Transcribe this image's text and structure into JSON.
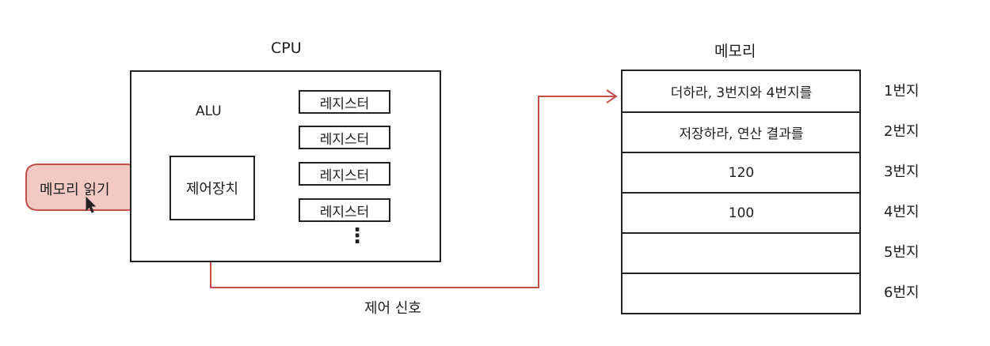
{
  "cpu": {
    "title": "CPU",
    "alu_label": "ALU",
    "control_unit_label": "제어장치",
    "registers": [
      "레지스터",
      "레지스터",
      "레지스터",
      "레지스터"
    ],
    "more_symbol": "⋮"
  },
  "memory": {
    "title": "메모리",
    "cells": [
      {
        "content": "더하라, 3번지와 4번지를",
        "address": "1번지"
      },
      {
        "content": "저장하라, 연산 결과를",
        "address": "2번지"
      },
      {
        "content": "120",
        "address": "3번지"
      },
      {
        "content": "100",
        "address": "4번지"
      },
      {
        "content": "",
        "address": "5번지"
      },
      {
        "content": "",
        "address": "6번지"
      }
    ]
  },
  "callout": {
    "text": "메모리 읽기",
    "fill": "#f2c9c3",
    "stroke": "#c0504d"
  },
  "signal": {
    "label": "제어 신호",
    "color": "#c0504d"
  }
}
